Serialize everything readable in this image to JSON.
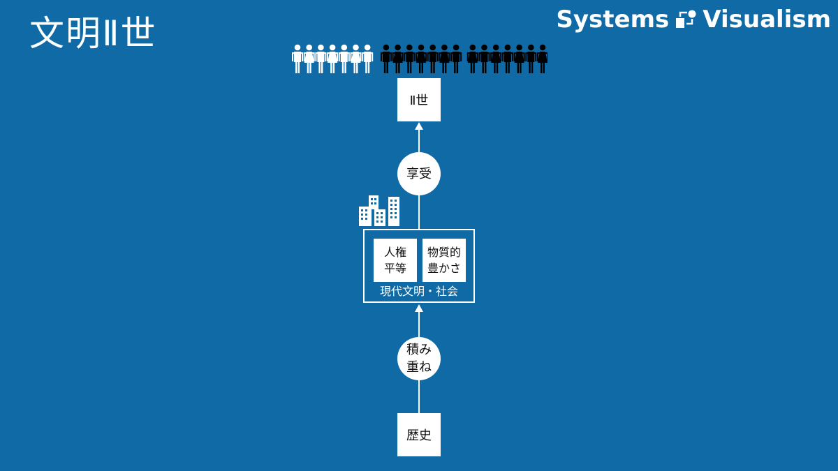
{
  "header": {
    "title": "文明Ⅱ世",
    "brand_left": "Systems",
    "brand_right": "Visualism",
    "brand_icon": "flow-diagram-icon"
  },
  "people": {
    "icon": "person-icon",
    "white_count": 7,
    "black_count": 14,
    "white_color": "#ffffff",
    "black_color": "#000000"
  },
  "diagram": {
    "top_box": "Ⅱ世",
    "circle_top": [
      "享受"
    ],
    "civilization": {
      "icon": "buildings-icon",
      "card_left": [
        "人権",
        "平等"
      ],
      "card_right": [
        "物質的",
        "豊かさ"
      ],
      "label": "現代文明・社会"
    },
    "circle_bottom": [
      "積み",
      "重ね"
    ],
    "bottom_box": "歴史"
  },
  "colors": {
    "background": "#0f6aa6",
    "foreground": "#ffffff"
  }
}
